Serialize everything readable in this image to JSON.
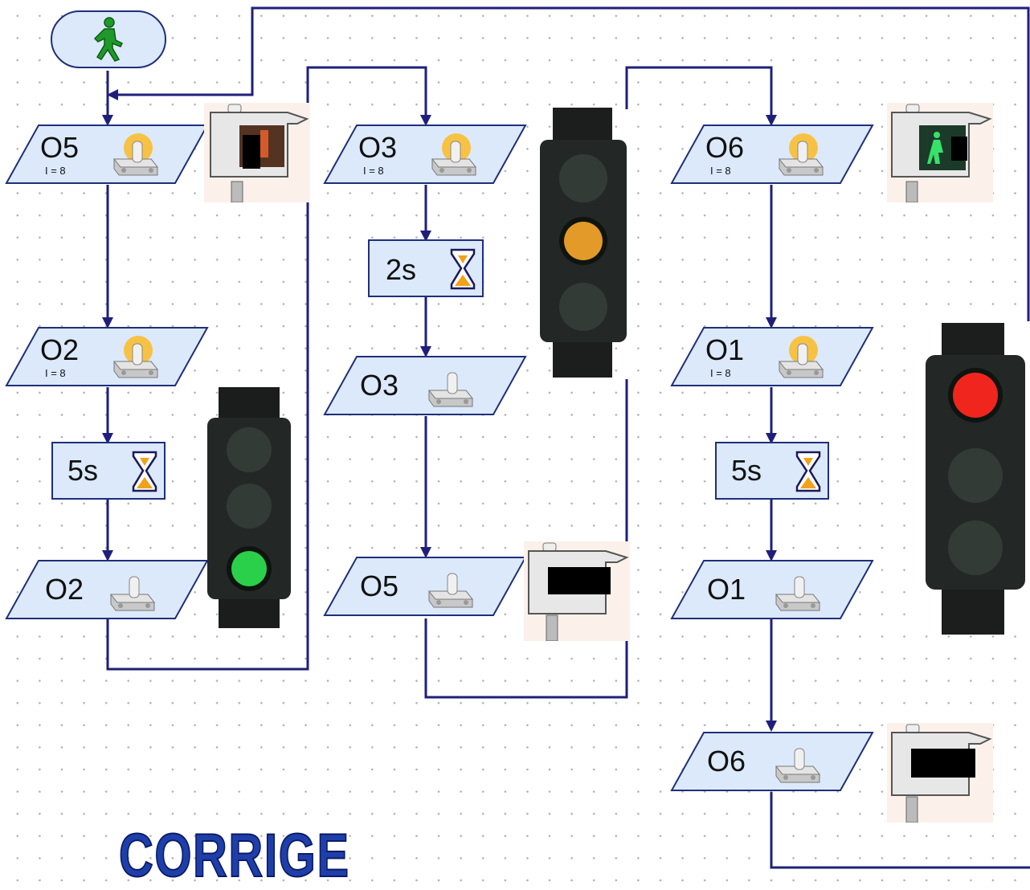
{
  "title": "CORRIGE",
  "start": {
    "icon": "pedestrian-walking-icon"
  },
  "outputs": {
    "o5_on": {
      "name": "O5",
      "intensity": "I = 8"
    },
    "o2_on": {
      "name": "O2",
      "intensity": "I = 8"
    },
    "o2_off": {
      "name": "O2"
    },
    "o3_on": {
      "name": "O3",
      "intensity": "I = 8"
    },
    "o3_off": {
      "name": "O3"
    },
    "o5_off": {
      "name": "O5"
    },
    "o6_on": {
      "name": "O6",
      "intensity": "I = 8"
    },
    "o1_on": {
      "name": "O1",
      "intensity": "I = 8"
    },
    "o1_off": {
      "name": "O1"
    },
    "o6_off": {
      "name": "O6"
    }
  },
  "waits": {
    "wait_a": "5s",
    "wait_b": "2s",
    "wait_c": "5s"
  },
  "colors": {
    "wire": "#1f1f7a",
    "block_fill": "#dbe9fa",
    "block_border": "#1f2f7a",
    "green_light": "#2bd04a",
    "amber_light": "#e39a28",
    "red_light": "#f0261e",
    "title": "#1f3fa8"
  }
}
